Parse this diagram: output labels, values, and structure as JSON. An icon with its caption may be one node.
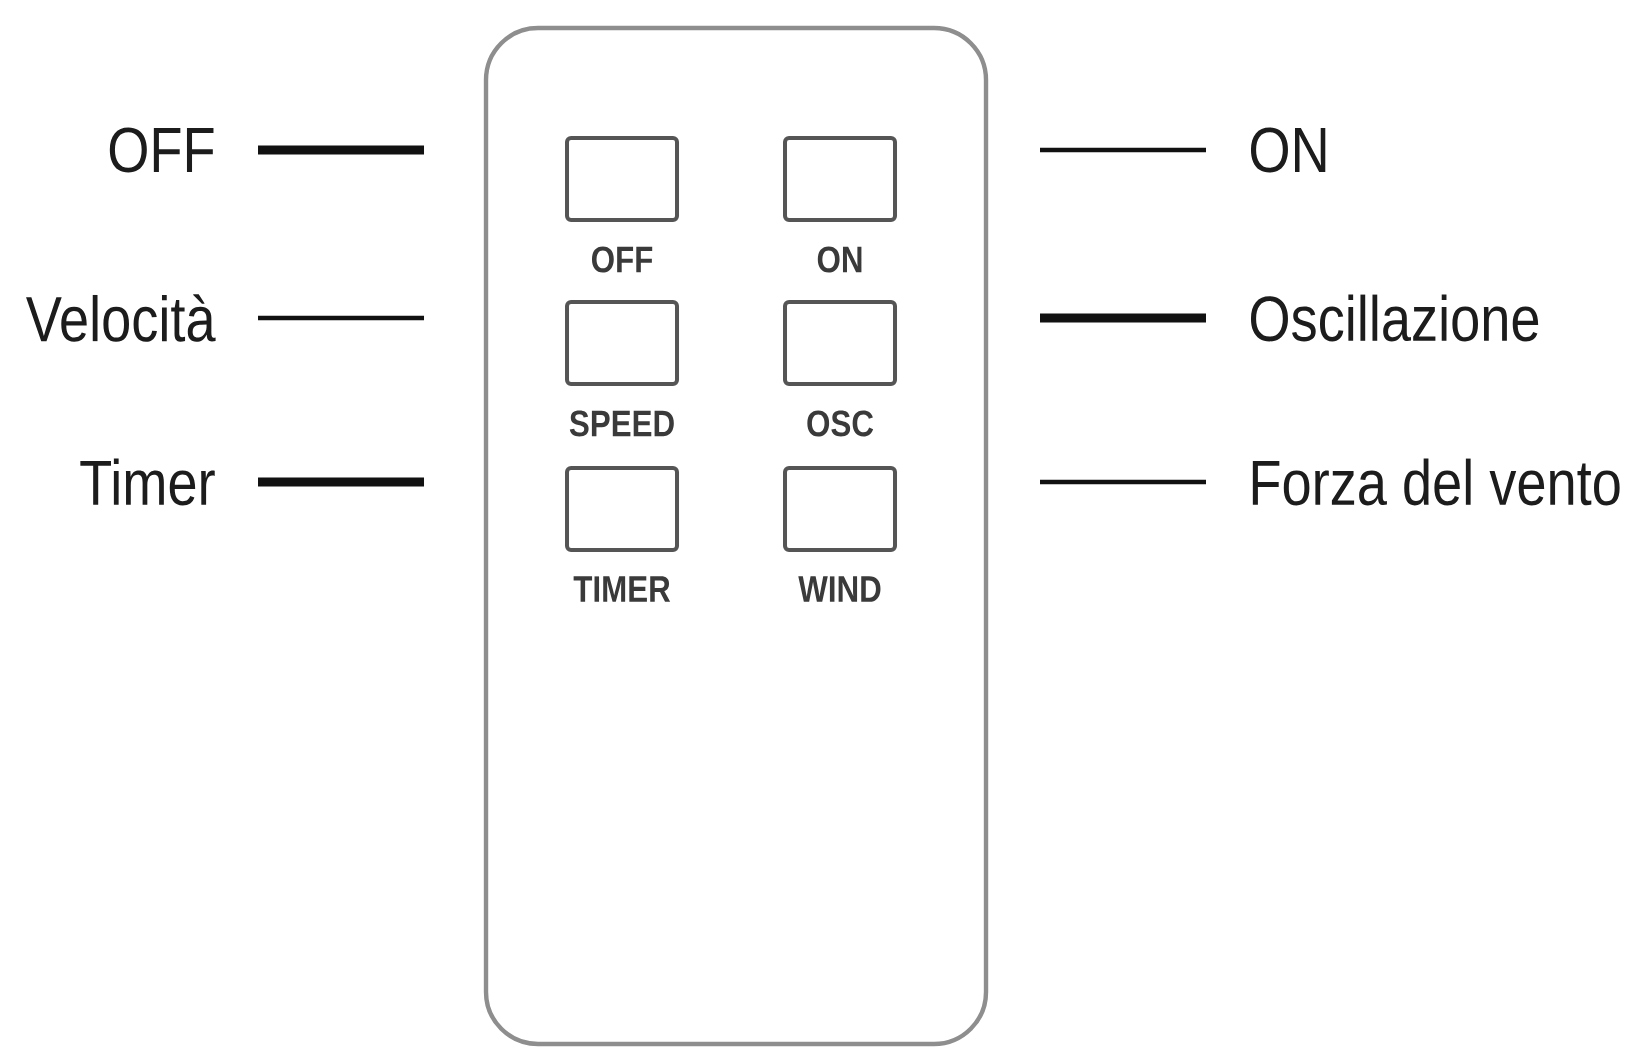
{
  "diagram": {
    "nodes": [
      {
        "text": [],
        "shape": "box"
      },
      {
        "text": [
          "OFF"
        ],
        "in": 0
      },
      {
        "text": [
          "ON"
        ],
        "in": 0
      },
      {
        "text": [
          "SPEED"
        ],
        "in": 0
      },
      {
        "text": [
          "OSC"
        ],
        "in": 0
      },
      {
        "text": [
          "TIMER"
        ],
        "in": 0
      },
      {
        "text": [
          "WIND"
        ],
        "in": 0
      },
      {
        "text": [
          "OFF"
        ]
      },
      {
        "text": [
          "ON"
        ]
      },
      {
        "text": [
          "Velocità"
        ]
      },
      {
        "text": [
          "Oscillazione"
        ]
      },
      {
        "text": [
          "Timer"
        ]
      },
      {
        "text": [
          "Forza del vento"
        ]
      }
    ],
    "edges": [
      {
        "from": 7,
        "to": null,
        "arrow": "none",
        "style": "thick"
      },
      {
        "from": 8,
        "to": null,
        "arrow": "none"
      },
      {
        "from": 9,
        "to": null,
        "arrow": "none"
      },
      {
        "from": 10,
        "to": null,
        "arrow": "none",
        "style": "thick"
      },
      {
        "from": 11,
        "to": null,
        "arrow": "none",
        "style": "thick"
      },
      {
        "from": 12,
        "to": null,
        "arrow": "none"
      }
    ]
  }
}
